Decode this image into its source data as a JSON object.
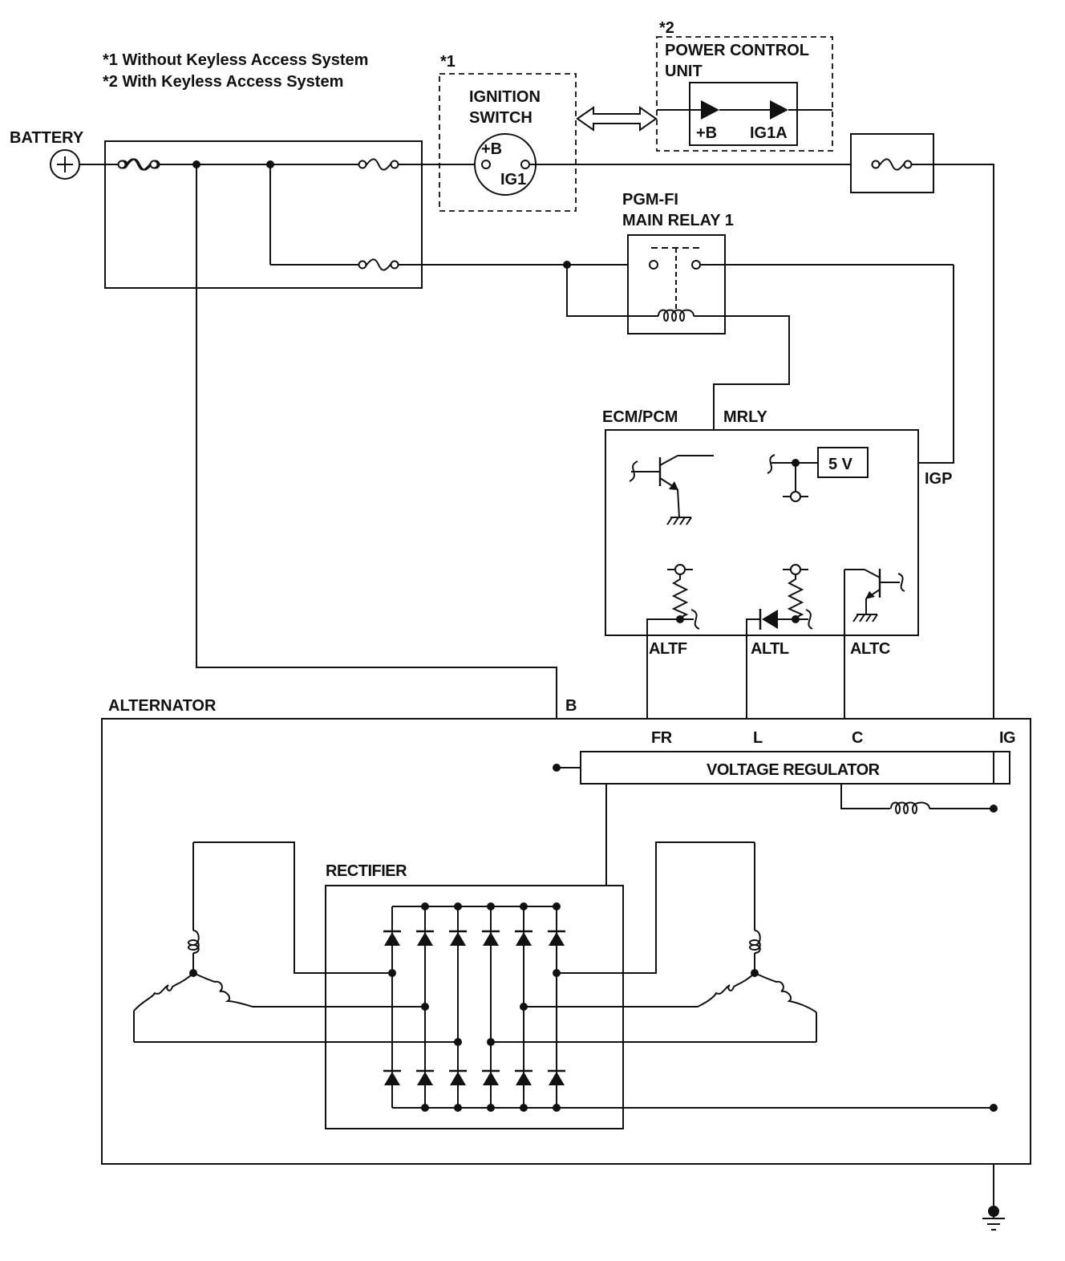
{
  "notes": {
    "note1": "*1 Without Keyless Access System",
    "note2": "*2 With Keyless Access System",
    "mark1": "*1",
    "mark2": "*2"
  },
  "battery": {
    "label": "BATTERY"
  },
  "ignition_switch": {
    "label_line1": "IGNITION",
    "label_line2": "SWITCH",
    "terminal_b": "+B",
    "terminal_ig1": "IG1"
  },
  "power_control_unit": {
    "label_line1": "POWER CONTROL",
    "label_line2": "UNIT",
    "terminal_b": "+B",
    "terminal_ig1a": "IG1A"
  },
  "main_relay": {
    "label_line1": "PGM-FI",
    "label_line2": "MAIN RELAY 1"
  },
  "ecm": {
    "label": "ECM/PCM",
    "mrly": "MRLY",
    "supply": "5 V",
    "igp": "IGP",
    "altf": "ALTF",
    "altl": "ALTL",
    "altc": "ALTC"
  },
  "alternator": {
    "label": "ALTERNATOR",
    "terminal_b": "B",
    "terminal_fr": "FR",
    "terminal_l": "L",
    "terminal_c": "C",
    "terminal_ig": "IG",
    "regulator": "VOLTAGE REGULATOR",
    "rectifier": "RECTIFIER"
  }
}
